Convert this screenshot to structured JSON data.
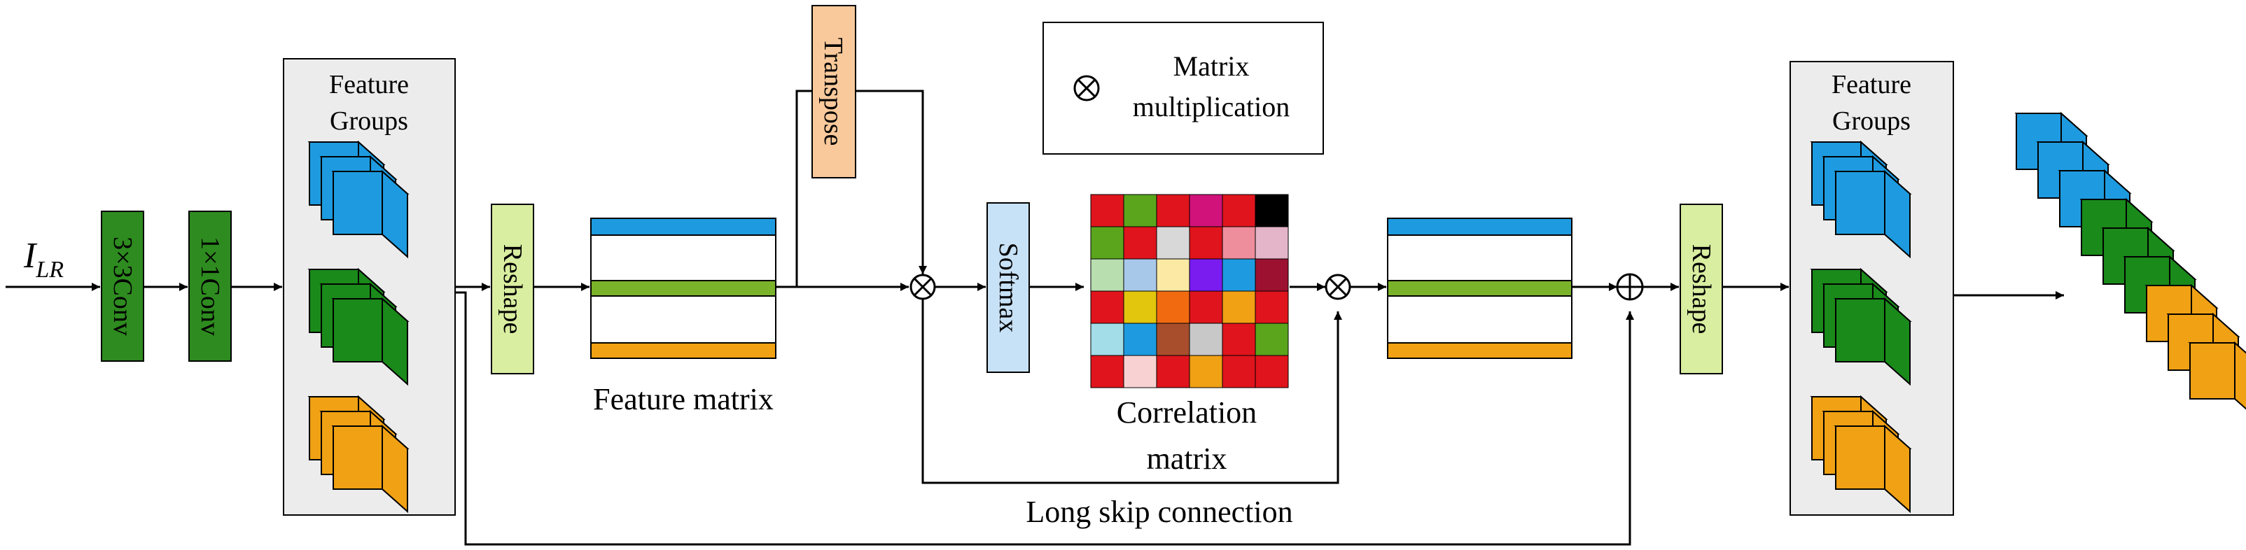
{
  "input_label": {
    "main": "I",
    "subscript": "LR"
  },
  "blocks": {
    "conv3": "3×3Conv",
    "conv1": "1×1Conv",
    "reshape_left": "Reshape",
    "transpose": "Transpose",
    "softmax": "Softmax",
    "reshape_right": "Reshape"
  },
  "groups": {
    "left_title_line1": "Feature",
    "left_title_line2": "Groups",
    "right_title_line1": "Feature",
    "right_title_line2": "Groups"
  },
  "labels": {
    "feature_matrix": "Feature matrix",
    "correlation_line1": "Correlation",
    "correlation_line2": "matrix",
    "long_skip": "Long skip connection"
  },
  "legend": {
    "symbol": "⊗",
    "line1": "Matrix",
    "line2": "multiplication"
  },
  "colors": {
    "conv_green": "#2e8b1f",
    "reshape_fill": "#d9eea0",
    "transpose_fill": "#f9c99b",
    "softmax_fill": "#c7e1f6",
    "blue": "#1e9be0",
    "green": "#1a8a1a",
    "orange": "#f0a114",
    "bar_green": "#7ab32a",
    "panel_gray": "#ececec"
  },
  "correlation_colors": [
    [
      "#e0141c",
      "#5aa51c",
      "#e0141c",
      "#d1127a",
      "#e0141c",
      "#000000"
    ],
    [
      "#5aa51c",
      "#e0141c",
      "#d8d8d8",
      "#e0141c",
      "#ee8e9c",
      "#e4b4c8"
    ],
    [
      "#b8deb0",
      "#a8c8ea",
      "#fbe9a4",
      "#7a1cf0",
      "#1e9be0",
      "#9c1030"
    ],
    [
      "#e0141c",
      "#e2c60e",
      "#f26a10",
      "#e0141c",
      "#f0a114",
      "#e0141c"
    ],
    [
      "#a2dde8",
      "#1e9be0",
      "#a84e2c",
      "#c8c8c8",
      "#e0141c",
      "#5aa51c"
    ],
    [
      "#e0141c",
      "#f8d2d2",
      "#e0141c",
      "#f0a114",
      "#e0141c",
      "#e0141c"
    ]
  ]
}
